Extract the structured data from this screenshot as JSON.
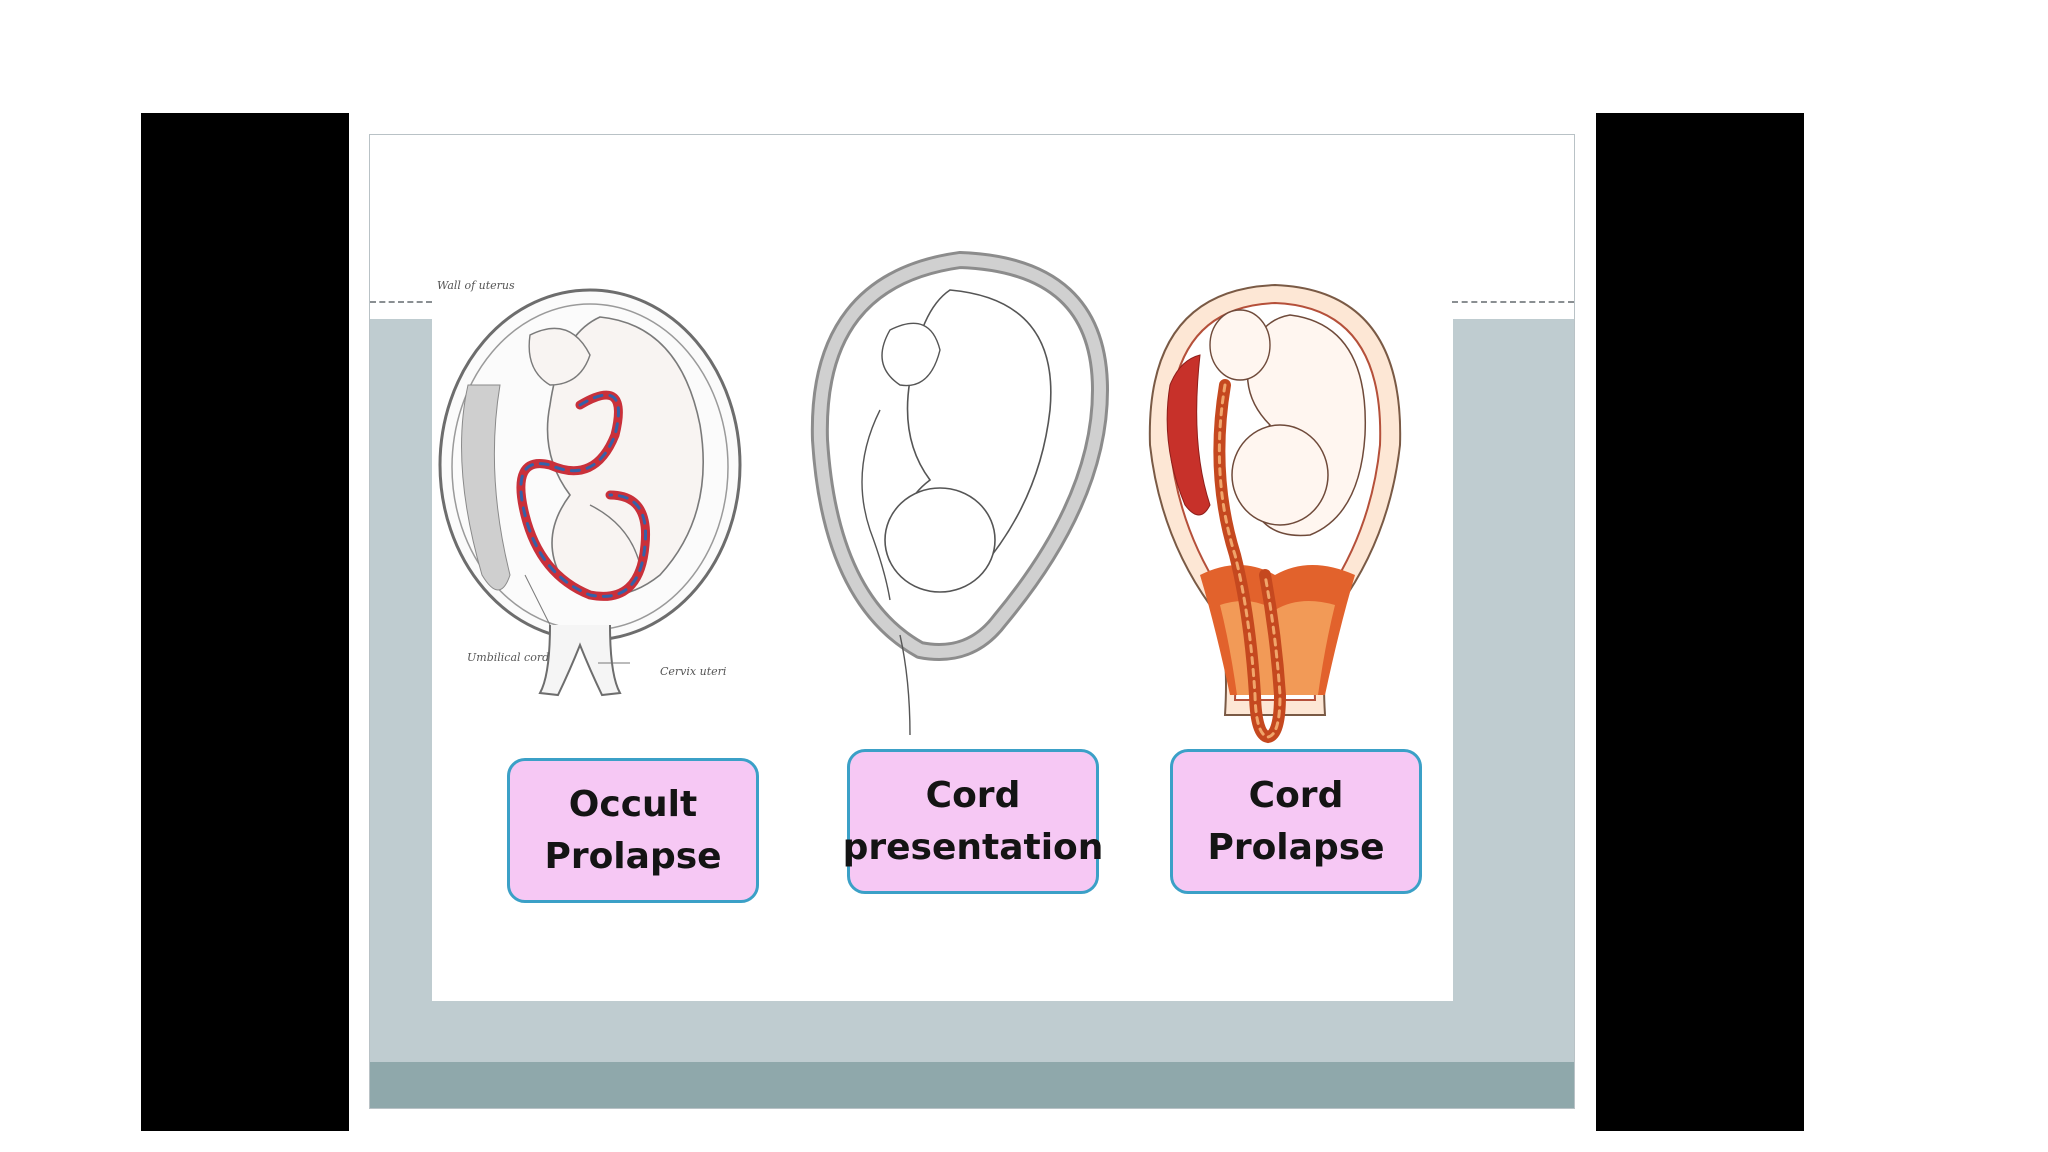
{
  "slide": {
    "labels": {
      "occult": "Occult\nProlapse",
      "presentation": "Cord\npresentation",
      "prolapse": "Cord\nProlapse"
    },
    "fig1_captions": {
      "wall": "Wall of uterus",
      "cord": "Umbilical cord",
      "cervix": "Cervix uteri"
    }
  },
  "colors": {
    "label_fill": "#f6c8f4",
    "label_border": "#3ba0c7",
    "band": "#bfccd0",
    "footer": "#8fa8ab"
  },
  "icons": {
    "fig1": "uterus-occult-prolapse-illustration",
    "fig2": "uterus-cord-presentation-illustration",
    "fig3": "uterus-cord-prolapse-illustration"
  }
}
